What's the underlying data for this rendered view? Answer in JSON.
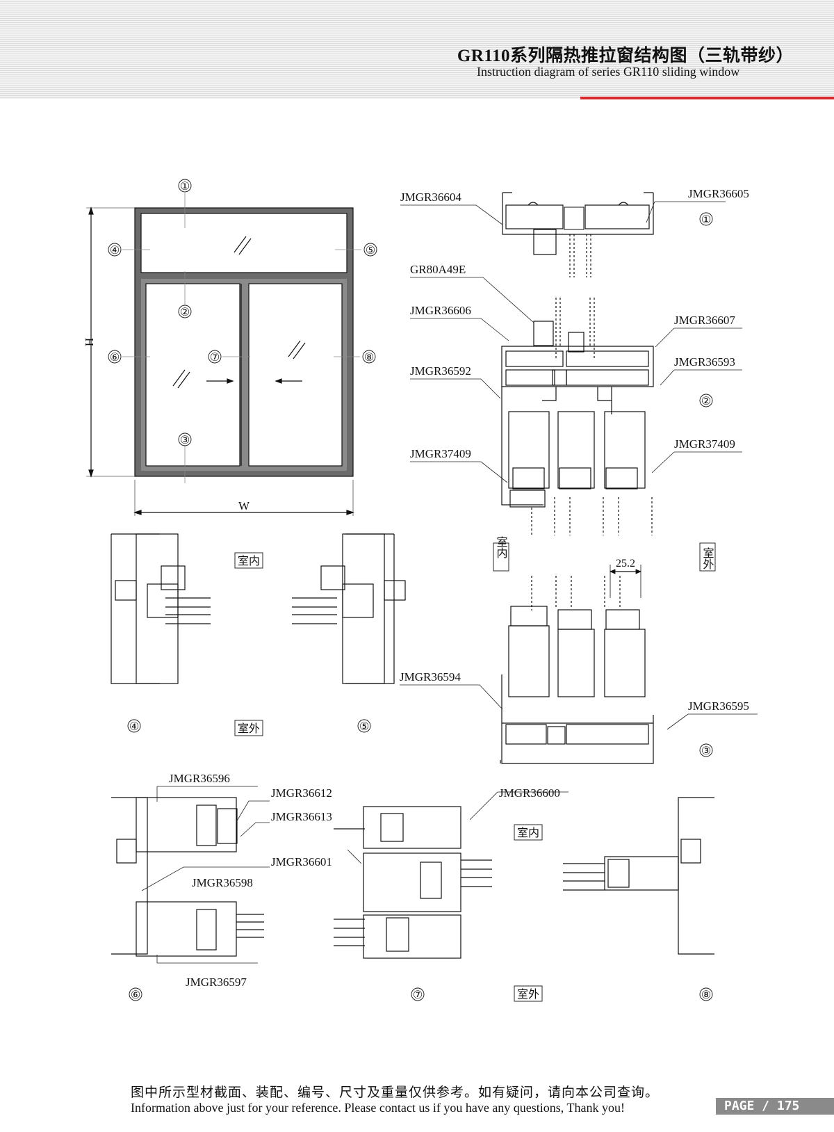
{
  "header": {
    "title_cn": "GR110系列隔热推拉窗结构图（三轨带纱）",
    "title_en": "Instruction diagram of series GR110 sliding window"
  },
  "elevation": {
    "height_label": "H",
    "width_label": "W",
    "markers": [
      "①",
      "②",
      "③",
      "④",
      "⑤",
      "⑥",
      "⑦",
      "⑧"
    ]
  },
  "parts": {
    "p36604": "JMGR36604",
    "p36605": "JMGR36605",
    "p80A49E": "GR80A49E",
    "p36606": "JMGR36606",
    "p36607": "JMGR36607",
    "p36592": "JMGR36592",
    "p36593": "JMGR36593",
    "p37409a": "JMGR37409",
    "p37409b": "JMGR37409",
    "p36594": "JMGR36594",
    "p36595": "JMGR36595",
    "p36596": "JMGR36596",
    "p36612": "JMGR36612",
    "p36613": "JMGR36613",
    "p36600": "JMGR36600",
    "p36601": "JMGR36601",
    "p36598": "JMGR36598",
    "p36597": "JMGR36597"
  },
  "section_labels": {
    "s1": "①",
    "s2": "②",
    "s3": "③",
    "s4": "④",
    "s5": "⑤",
    "s6": "⑥",
    "s7": "⑦",
    "s8": "⑧"
  },
  "tags": {
    "indoor": "室内",
    "outdoor": "室外",
    "indoor_v": "室内",
    "outdoor_v": "室外",
    "indoor_7": "室内",
    "outdoor_7": "室外",
    "dimension": "25.2"
  },
  "footer": {
    "note_cn": "图中所示型材截面、装配、编号、尺寸及重量仅供参考。如有疑问，请向本公司查询。",
    "note_en": "Information above just for your reference. Please contact us if you have any questions, Thank you!",
    "page": "PAGE / 175"
  }
}
